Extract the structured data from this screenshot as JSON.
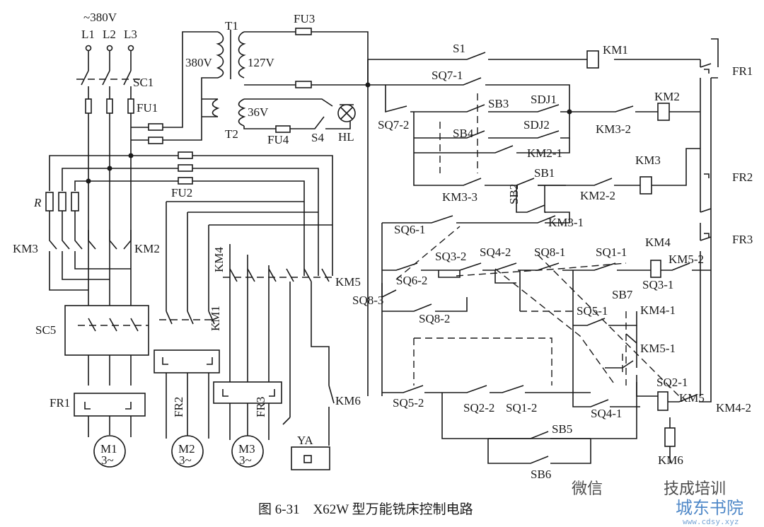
{
  "supply": {
    "voltage": "~380V",
    "phases": [
      "L1",
      "L2",
      "L3"
    ]
  },
  "transformers": {
    "t1": "T1",
    "t1_primary": "380V",
    "t1_secondary": "127V",
    "t2": "T2",
    "t2_secondary": "36V"
  },
  "lamp": {
    "switch": "S4",
    "lamp": "HL",
    "fuse": "FU4"
  },
  "fuses": [
    "FU1",
    "FU2",
    "FU3"
  ],
  "resistor": "R",
  "switches": [
    "SC1",
    "SC5",
    "S1"
  ],
  "motors": [
    {
      "id": "M1",
      "label": "M1 3~",
      "relay": "FR1"
    },
    {
      "id": "M2",
      "label": "M2 3~",
      "relay": "FR2"
    },
    {
      "id": "M3",
      "label": "M3 3~",
      "relay": "FR3"
    }
  ],
  "brake": "YA",
  "power_contacts": [
    "KM3",
    "KM2",
    "KM4",
    "KM1",
    "KM5",
    "KM6"
  ],
  "coils": [
    "KM1",
    "KM2",
    "KM3",
    "KM4",
    "KM5",
    "KM6"
  ],
  "overload_contacts": [
    "FR1",
    "FR2",
    "FR3"
  ],
  "control_contacts": [
    "SQ7-1",
    "SQ7-2",
    "SB3",
    "SDJ1",
    "SDJ2",
    "SB4",
    "KM3-2",
    "KM2-1",
    "SB1",
    "SB2",
    "KM3-3",
    "KM3-1",
    "KM2-2",
    "SQ6-1",
    "SQ6-2",
    "SQ3-2",
    "SQ4-2",
    "SQ8-1",
    "SQ1-1",
    "SQ3-1",
    "KM5-2",
    "SQ8-3",
    "SQ8-2",
    "SB7",
    "SQ5-1",
    "KM4-1",
    "KM5-1",
    "SQ2-1",
    "KM5",
    "KM4-2",
    "SQ5-2",
    "SQ2-2",
    "SQ1-2",
    "SQ4-1",
    "SB5",
    "SB6"
  ],
  "caption": "图 6-31　X62W 型万能铣床控制电路",
  "watermark": {
    "wechat": "微信",
    "account": "技成培训",
    "site": "城东书院",
    "url": "www.cdsy.xyz"
  }
}
